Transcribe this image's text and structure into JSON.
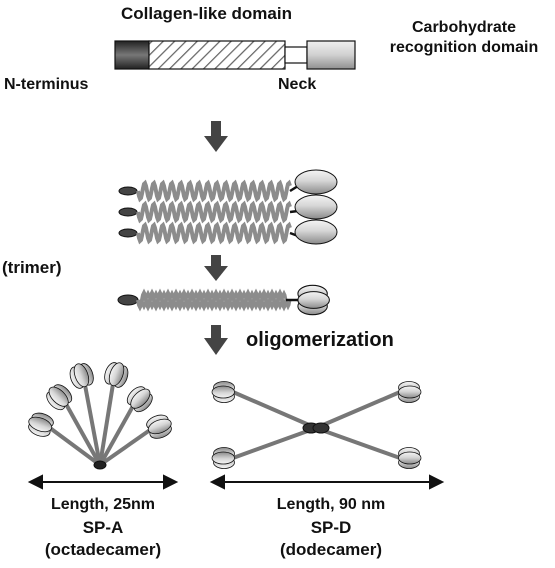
{
  "labels": {
    "collagen_domain": "Collagen-like domain",
    "crd_line1": "Carbohydrate",
    "crd_line2": "recognition domain",
    "n_terminus": "N-terminus",
    "neck": "Neck",
    "trimer": "(trimer)",
    "oligomerization": "oligomerization",
    "spa_length": "Length, 25nm",
    "spa_name": "SP-A",
    "spa_form": "(octadecamer)",
    "spd_length": "Length, 90 nm",
    "spd_name": "SP-D",
    "spd_form": "(dodecamer)"
  },
  "colors": {
    "n_terminus_fill": "#555555",
    "collagen_hatch": "#666666",
    "coil": "#8c8c8c",
    "crd_fill": "#c8c8c8",
    "arrow": "#444444",
    "text": "#111111"
  }
}
